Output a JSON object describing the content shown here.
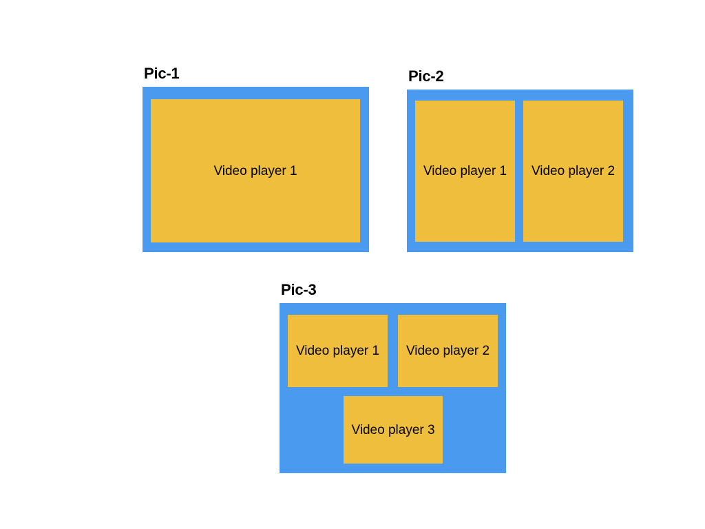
{
  "colors": {
    "background": "#ffffff",
    "frame_blue": "#4a9bf0",
    "player_yellow": "#efbe3d",
    "text": "#000000"
  },
  "figures": [
    {
      "id": "pic-1",
      "title": "Pic-1",
      "players": [
        {
          "label": "Video player 1"
        }
      ]
    },
    {
      "id": "pic-2",
      "title": "Pic-2",
      "players": [
        {
          "label": "Video player 1"
        },
        {
          "label": "Video player 2"
        }
      ]
    },
    {
      "id": "pic-3",
      "title": "Pic-3",
      "players": [
        {
          "label": "Video player 1"
        },
        {
          "label": "Video player 2"
        },
        {
          "label": "Video player 3"
        }
      ]
    }
  ]
}
